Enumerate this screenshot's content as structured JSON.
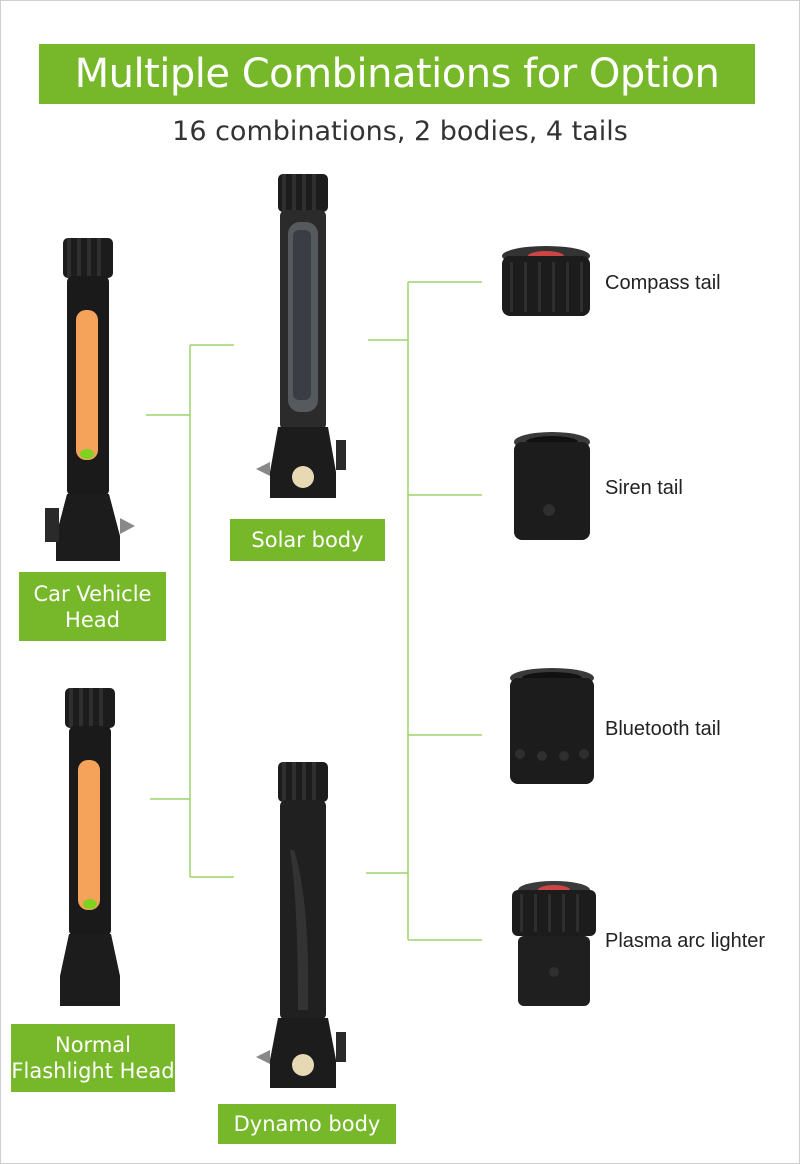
{
  "title": "Multiple Combinations for Option",
  "subtitle": "16 combinations,  2 bodies, 4 tails",
  "heads": [
    {
      "label_line1": "Car Vehicle",
      "label_line2": "Head"
    },
    {
      "label_line1": "Normal",
      "label_line2": "Flashlight Head"
    }
  ],
  "bodies": [
    {
      "label": "Solar body"
    },
    {
      "label": "Dynamo body"
    }
  ],
  "tails": [
    {
      "label": "Compass tail"
    },
    {
      "label": "Siren tail"
    },
    {
      "label": "Bluetooth tail"
    },
    {
      "label": "Plasma arc lighter"
    }
  ],
  "colors": {
    "accent": "#76b82a",
    "connector": "#9ed36a",
    "product_dark": "#1c1c1c",
    "cob_light": "#f5a35a"
  }
}
